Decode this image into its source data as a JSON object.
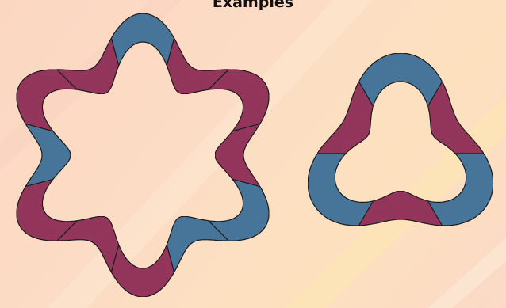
{
  "title": "Examples",
  "colors": {
    "background": "#fcdcc4",
    "blue": "#4a7aa0",
    "maroon": "#99385f",
    "outline": "#1b1b1b"
  },
  "shapes": [
    {
      "name": "six-lobed-ring",
      "segments": [
        "blue",
        "maroon",
        "maroon",
        "maroon",
        "blue",
        "blue",
        "maroon",
        "maroon",
        "maroon",
        "blue",
        "maroon",
        "maroon"
      ]
    },
    {
      "name": "three-lobed-ring",
      "segments": [
        "blue",
        "maroon",
        "blue",
        "maroon",
        "blue",
        "maroon"
      ]
    }
  ]
}
